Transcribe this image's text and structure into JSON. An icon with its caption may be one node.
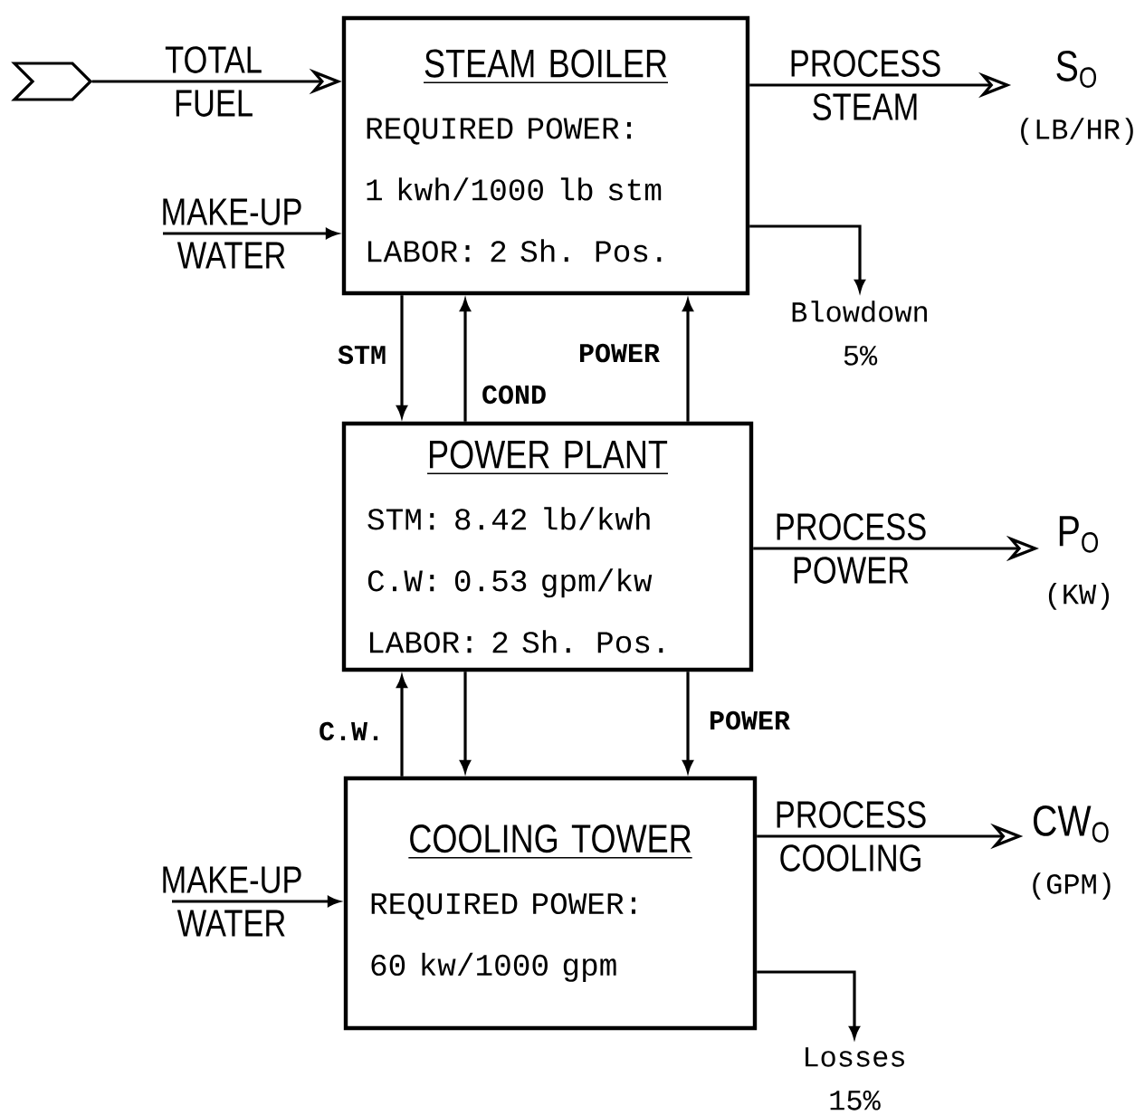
{
  "diagram": {
    "nodes": [
      {
        "text": [
          "STEAM BOILER",
          "REQUIRED POWER:",
          "1 kwh/1000 lb stm",
          "LABOR: 2 Sh. Pos."
        ]
      },
      {
        "text": [
          "POWER PLANT",
          "STM: 8.42 lb/kwh",
          "C.W: 0.53 gpm/kw",
          "LABOR: 2 Sh. Pos."
        ]
      },
      {
        "text": [
          "COOLING TOWER",
          "REQUIRED POWER:",
          "60 kw/1000 gpm"
        ]
      },
      {
        "text": [],
        "shape": "chevron"
      },
      {
        "text": [
          "S$_{O}$",
          "(LB/HR)"
        ]
      },
      {
        "text": [
          "P$_{O}$",
          "(KW)"
        ]
      },
      {
        "text": [
          "CW$_{O}$",
          "(GPM)"
        ]
      },
      {
        "text": [
          "Blowdown 5%"
        ]
      },
      {
        "text": [
          "Losses 15%"
        ]
      }
    ],
    "edges": [
      {
        "from": 3,
        "to": 0,
        "arrow": "to",
        "label": "TOTAL FUEL"
      },
      {
        "from": null,
        "to": 0,
        "arrow": "to",
        "label": "MAKE-UP WATER"
      },
      {
        "from": 0,
        "to": 4,
        "arrow": "to",
        "label": "PROCESS STEAM"
      },
      {
        "from": 0,
        "to": 7,
        "arrow": "to"
      },
      {
        "from": 0,
        "to": 1,
        "arrow": "to",
        "label": "STM"
      },
      {
        "from": 1,
        "to": 0,
        "arrow": "to",
        "label": "COND"
      },
      {
        "from": 1,
        "to": 0,
        "arrow": "to",
        "label": "POWER"
      },
      {
        "from": 1,
        "to": 5,
        "arrow": "to",
        "label": "PROCESS POWER"
      },
      {
        "from": 2,
        "to": 1,
        "arrow": "to",
        "label": "C.W."
      },
      {
        "from": 1,
        "to": 2,
        "arrow": "to"
      },
      {
        "from": 1,
        "to": 2,
        "arrow": "to",
        "label": "POWER"
      },
      {
        "from": null,
        "to": 2,
        "arrow": "to",
        "label": "MAKE-UP WATER"
      },
      {
        "from": 2,
        "to": 6,
        "arrow": "to",
        "label": "PROCESS COOLING"
      },
      {
        "from": 2,
        "to": 8,
        "arrow": "to"
      }
    ]
  }
}
